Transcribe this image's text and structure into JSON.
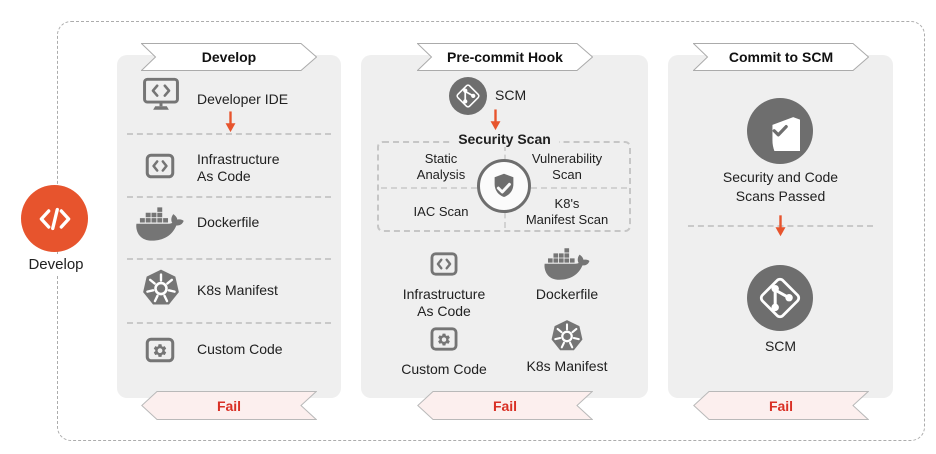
{
  "colors": {
    "accent_orange": "#E7542D",
    "fail_red": "#D93025",
    "fail_banner_bg": "#FCEFEE",
    "panel_bg": "#EFEFEF",
    "icon_gray": "#757575",
    "circle_gray": "#6E6E6E"
  },
  "entry": {
    "label": "Develop"
  },
  "panels": [
    {
      "title": "Develop",
      "items": [
        {
          "icon": "developer-ide-icon",
          "label": "Developer IDE"
        },
        {
          "icon": "infrastructure-as-code-icon",
          "label": "Infrastructure\nAs Code"
        },
        {
          "icon": "dockerfile-icon",
          "label": "Dockerfile"
        },
        {
          "icon": "k8s-manifest-icon",
          "label": "K8s Manifest"
        },
        {
          "icon": "custom-code-icon",
          "label": "Custom Code"
        }
      ],
      "fail_label": "Fail"
    },
    {
      "title": "Pre-commit Hook",
      "scm_label": "SCM",
      "security_scan": {
        "title": "Security Scan",
        "quadrants": [
          "Static\nAnalysis",
          "Vulnerability\nScan",
          "IAC Scan",
          "K8's\nManifest Scan"
        ]
      },
      "artifacts": [
        {
          "icon": "infrastructure-as-code-icon",
          "label": "Infrastructure\nAs Code"
        },
        {
          "icon": "dockerfile-icon",
          "label": "Dockerfile"
        },
        {
          "icon": "custom-code-icon",
          "label": "Custom Code"
        },
        {
          "icon": "k8s-manifest-icon",
          "label": "K8s Manifest"
        }
      ],
      "fail_label": "Fail"
    },
    {
      "title": "Commit to SCM",
      "passed_label": "Security and Code\nScans Passed",
      "scm_label": "SCM",
      "fail_label": "Fail"
    }
  ]
}
